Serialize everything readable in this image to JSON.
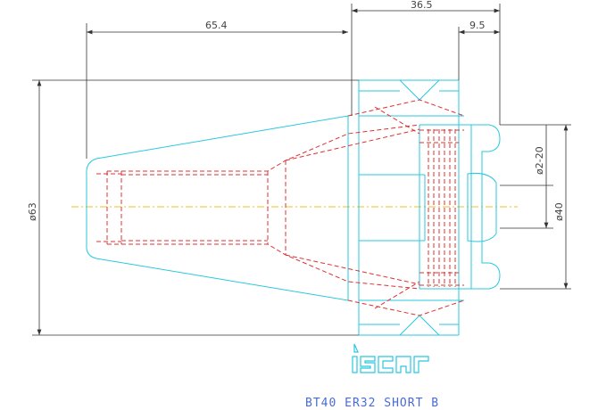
{
  "dimensions": {
    "top_overall": "36.5",
    "taper_length": "65.4",
    "nose_length": "9.5",
    "flange_diameter": "ø63",
    "clamping_range": "ø2-20",
    "nut_diameter": "ø40"
  },
  "logo": {
    "text": "iscar"
  },
  "caption": "BT40 ER32 SHORT B",
  "colors": {
    "outline": "#29c8e0",
    "hidden_lines": "#e03030",
    "centerline": "#f0c020",
    "dimension": "#333333",
    "caption": "#4a6bd6"
  }
}
